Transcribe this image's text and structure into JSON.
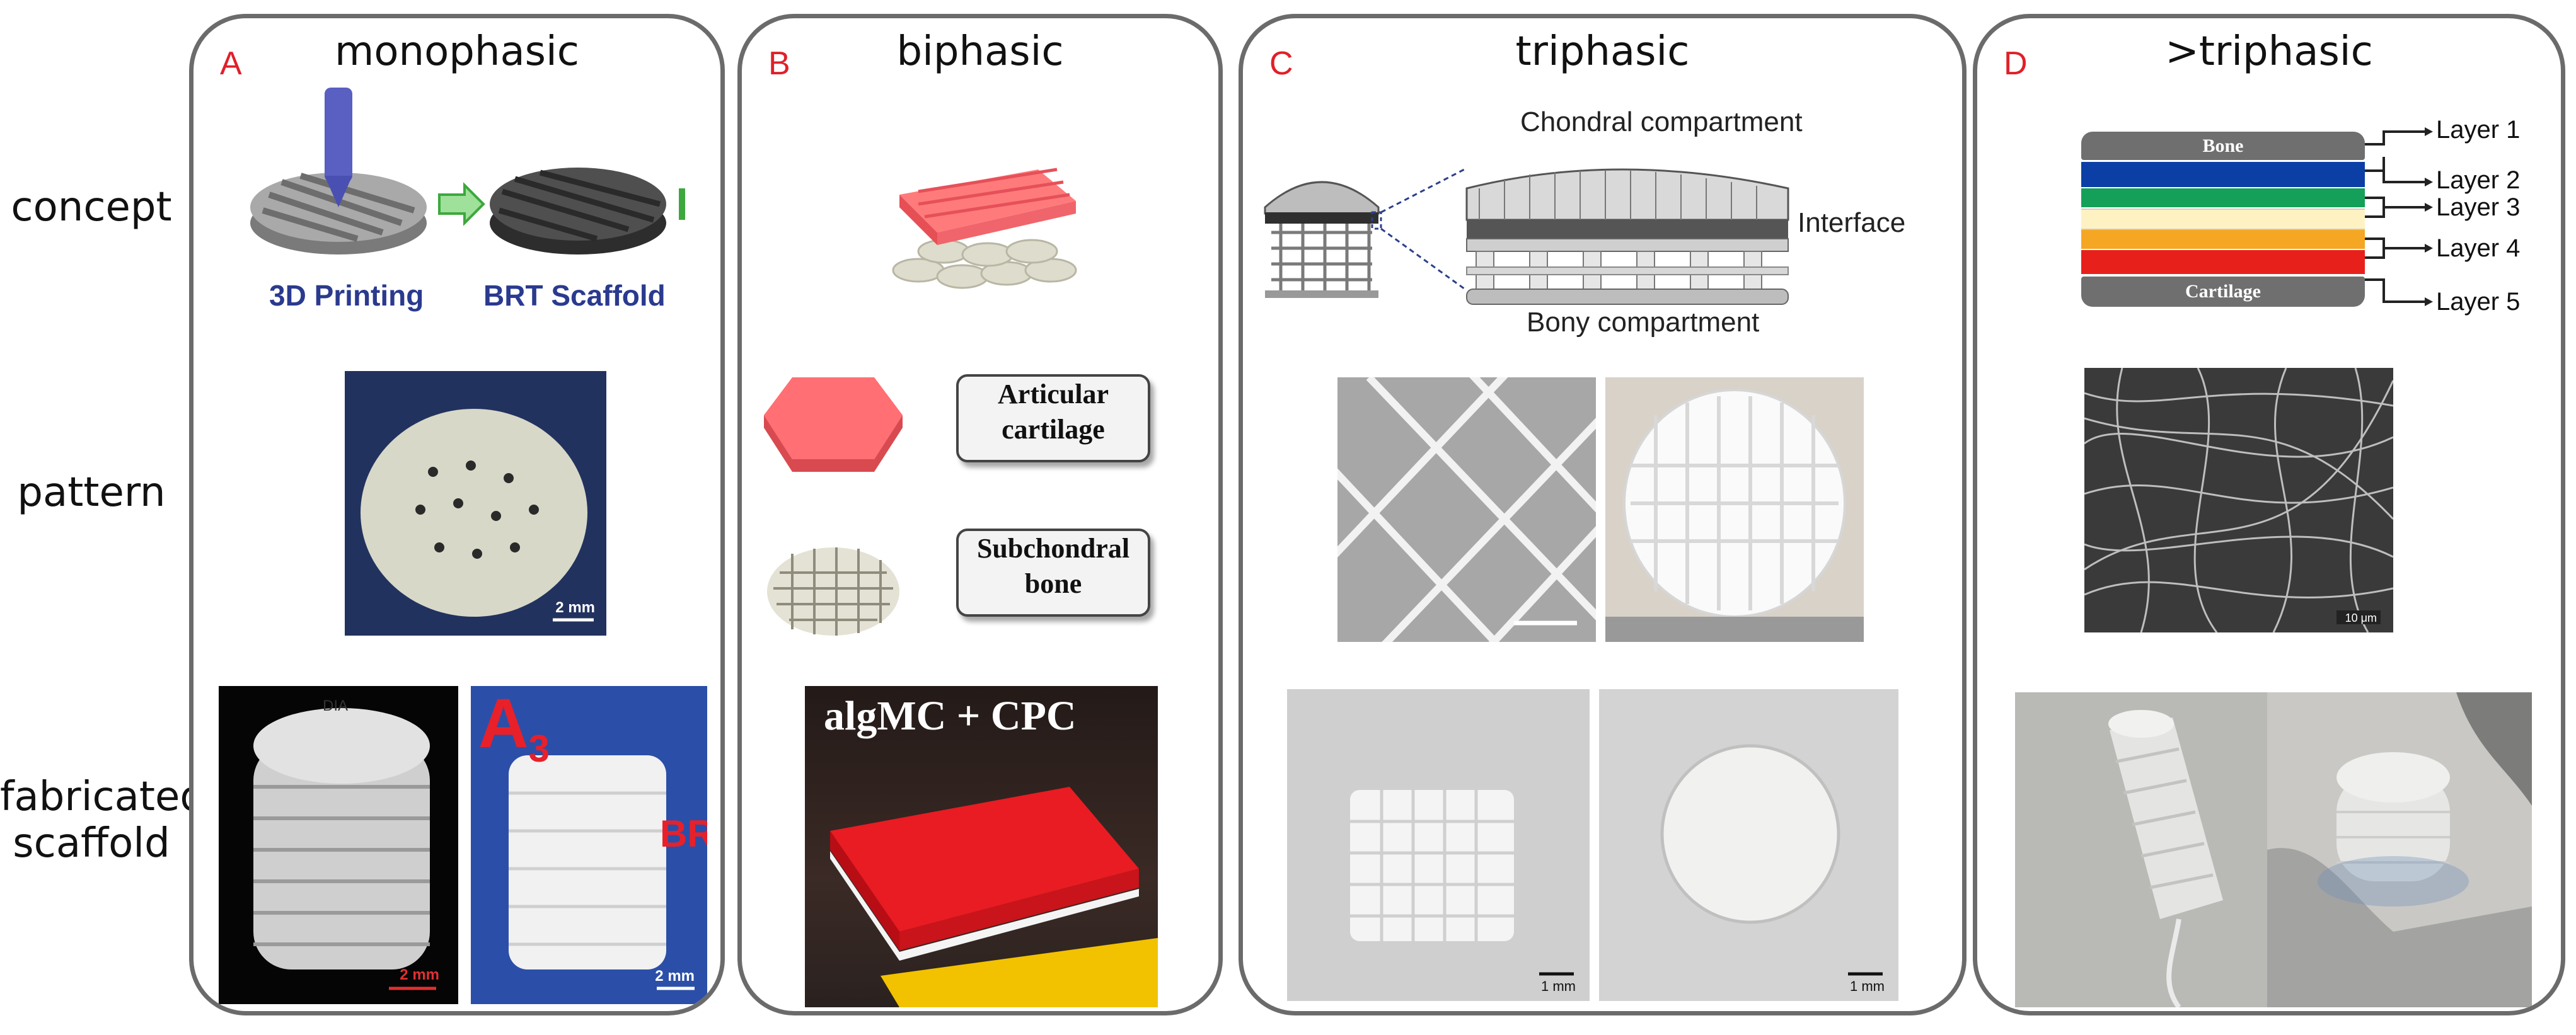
{
  "row_labels": {
    "concept": "concept",
    "pattern": "pattern",
    "fabricated_line1": "fabricated",
    "fabricated_line2": "scaffold"
  },
  "panels": [
    {
      "letter": "A",
      "title": "monophasic",
      "concept": {
        "label_left": "3D Printing",
        "label_right": "BRT Scaffold"
      },
      "pattern_scale": "2 mm",
      "fabricated": {
        "left_top_text": "DIA",
        "left_scale": "2 mm",
        "right_tag": "A",
        "right_tag_sub": "3",
        "right_side_text": "BRT",
        "right_scale": "2 mm"
      }
    },
    {
      "letter": "B",
      "title": "biphasic",
      "callout_1": {
        "line1": "Articular",
        "line2": "cartilage"
      },
      "callout_2": {
        "line1": "Subchondral",
        "line2": "bone"
      },
      "photo_title": "algMC + CPC"
    },
    {
      "letter": "C",
      "title": "triphasic",
      "concept": {
        "label_top": "Chondral compartment",
        "label_mid": "Interface",
        "label_bottom": "Bony compartment"
      },
      "fabricated_scale_left": "1 mm",
      "fabricated_scale_right": "1 mm"
    },
    {
      "letter": "D",
      "title": ">triphasic",
      "concept": {
        "bone_label": "Bone",
        "cartilage_label": "Cartilage",
        "layers": [
          "Layer 1",
          "Layer 2",
          "Layer 3",
          "Layer 4",
          "Layer 5"
        ],
        "layer_colors": [
          "#0b3fa6",
          "#15a05a",
          "#fff2c2",
          "#f5a623",
          "#e8201c"
        ]
      },
      "pattern_scale": "10 μm"
    }
  ]
}
